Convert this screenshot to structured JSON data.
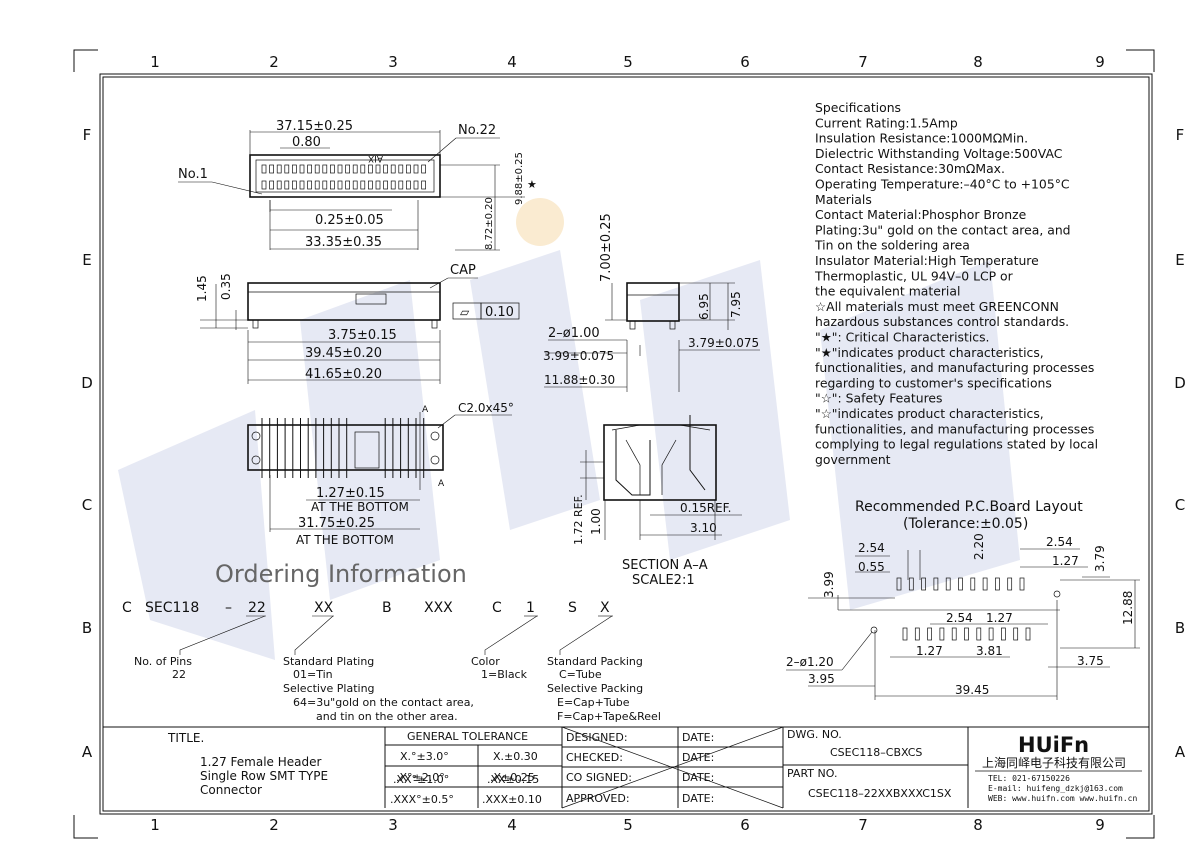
{
  "frame": {
    "columns": [
      "1",
      "2",
      "3",
      "4",
      "5",
      "6",
      "7",
      "8",
      "9"
    ],
    "rows": [
      "F",
      "E",
      "D",
      "C",
      "B",
      "A"
    ]
  },
  "views": {
    "top": {
      "dims": [
        "37.15±0.25",
        "0.80",
        "No.22",
        "No.1",
        "0.25±0.05",
        "33.35±0.35",
        "9.88±0.25",
        "8.72±0.20"
      ],
      "mark": "AIX"
    },
    "front": {
      "dims": [
        "1.45",
        "0.35",
        "CAP",
        "3.75±0.15",
        "39.45±0.20",
        "41.65±0.20"
      ],
      "flatness_symbol": "▱",
      "flatness_value": "0.10"
    },
    "bottom": {
      "dims": [
        "C2.0x45°",
        "A",
        "A",
        "1.27±0.15",
        "AT THE BOTTOM",
        "31.75±0.25",
        "AT THE BOTTOM"
      ]
    },
    "side": {
      "dims": [
        "7.00±0.25",
        "6.95",
        "7.95",
        "2–ø1.00",
        "3.99±0.075",
        "3.79±0.075",
        "11.88±0.30"
      ]
    },
    "section": {
      "dims": [
        "1.72 REF.",
        "1.00",
        "0.15REF.",
        "3.10"
      ],
      "title": "SECTION A–A",
      "scale": "SCALE2:1"
    }
  },
  "specifications": [
    "Specifications",
    "Current  Rating:1.5Amp",
    "Insulation  Resistance:1000MΩMin.",
    "Dielectric  Withstanding  Voltage:500VAC",
    "Contact  Resistance:30mΩMax.",
    "Operating  Temperature:–40°C  to  +105°C",
    "Materials",
    "Contact  Material:Phosphor  Bronze",
    "Plating:3u\"  gold  on  the  contact  area,  and",
    "Tin  on  the  soldering  area",
    "Insulator  Material:High  Temperature",
    "Thermoplastic,  UL  94V–0  LCP  or",
    " the  equivalent  material",
    "☆All  materials  must  meet  GREENCONN",
    "hazardous  substances  control  standards.",
    "\"★\":  Critical  Characteristics.",
    "\"★\"indicates  product  characteristics,",
    "functionalities,  and  manufacturing  processes",
    "regarding  to  customer's  specifications",
    "\"☆\":  Safety  Features",
    "\"☆\"indicates  product  characteristics,",
    "functionalities,  and  manufacturing  processes",
    "complying  to  legal  regulations  stated  by  local",
    "government"
  ],
  "pcb_layout": {
    "title": "Recommended  P.C.Board  Layout",
    "tolerance": "(Tolerance:±0.05)",
    "dims": [
      "2.54",
      "0.55",
      "2.20",
      "2.54",
      "1.27",
      "3.79",
      "3.99",
      "12.88",
      "2.54",
      "1.27",
      "1.27",
      "3.81",
      "3.75",
      "2–ø1.20",
      "3.95",
      "39.45"
    ]
  },
  "ordering": {
    "title": "Ordering  Information",
    "code": [
      "C",
      "SEC118",
      "–",
      "22",
      "XX",
      "B",
      "XXX",
      "C",
      "1",
      "S",
      "X"
    ],
    "pins_label": "No.  of  Pins",
    "pins_value": "22",
    "plating_lines": [
      "Standard  Plating",
      "01=Tin",
      "Selective  Plating",
      "64=3u\"gold  on  the  contact  area,",
      "and  tin  on  the  other  area."
    ],
    "color_lines": [
      "Color",
      "1=Black"
    ],
    "packing_lines": [
      "Standard  Packing",
      "C=Tube",
      "Selective  Packing",
      "E=Cap+Tube",
      "F=Cap+Tape&Reel"
    ]
  },
  "title_block": {
    "title_label": "TITLE.",
    "title_lines": [
      "1.27  Female  Header",
      "Single  Row  SMT  TYPE",
      "Connector"
    ],
    "tolerance_header": "GENERAL  TOLERANCE",
    "tolerances": [
      [
        "X.°±3.0°",
        "X.±0.30"
      ],
      [
        ".X°±2.0°",
        ".X±0.25"
      ],
      [
        ".XX°±1.0°",
        ".XX±0.15"
      ],
      [
        ".XXX°±0.5°",
        ".XXX±0.10"
      ]
    ],
    "signoffs": [
      "DESIGNED:",
      "CHECKED:",
      "CO  SIGNED:",
      "APPROVED:"
    ],
    "date_label": "DATE:",
    "dwg_label": "DWG.  NO.",
    "dwg_no": "CSEC118–CBXCS",
    "part_label": "PART  NO.",
    "part_no": "CSEC118–22XXBXXXC1SX",
    "company_logo": "HUiFn",
    "company_name": "上海同峄电子科技有限公司",
    "tel": "TEL: 021-67150226",
    "email": "E-mail: huifeng_dzkj@163.com",
    "web": "WEB: www.huifn.com   www.huifn.cn"
  }
}
